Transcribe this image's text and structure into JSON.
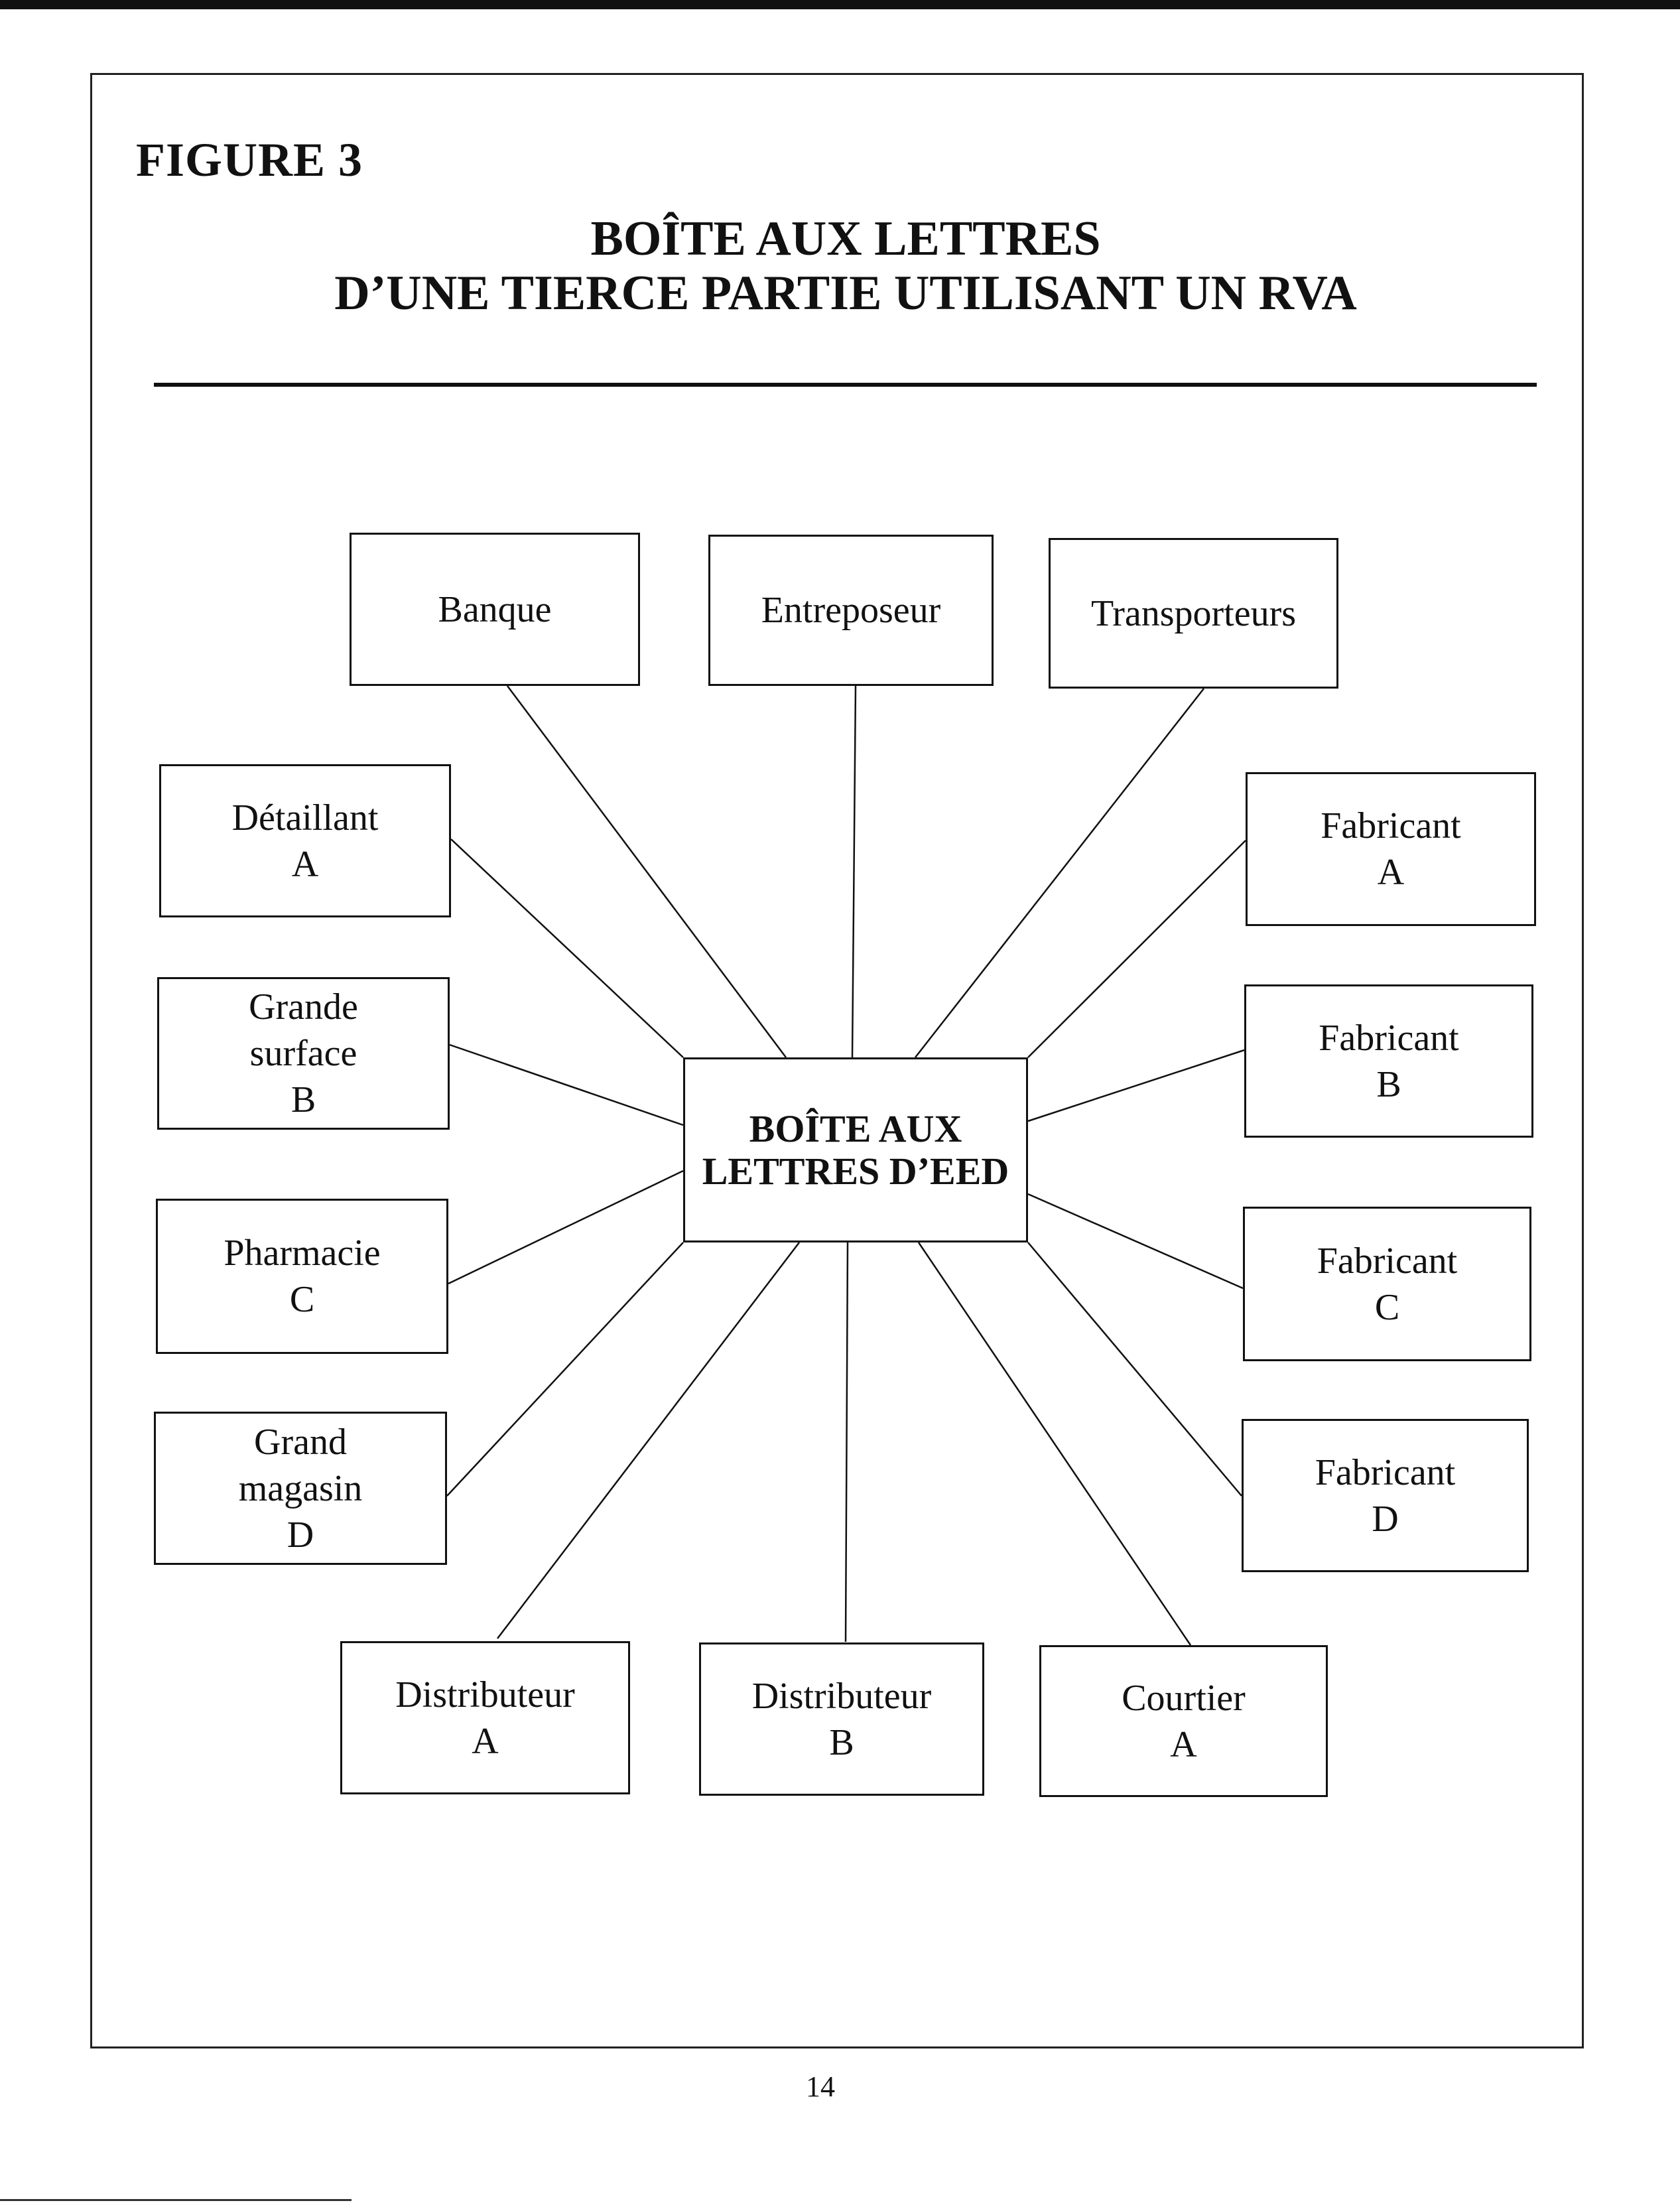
{
  "figure_label": "FIGURE 3",
  "title_line1": "BOÎTE AUX LETTRES",
  "title_line2": "D’UNE TIERCE PARTIE UTILISANT UN RVA",
  "center": {
    "line1": "BOÎTE AUX",
    "line2": "LETTRES D’EED"
  },
  "nodes": {
    "banque": {
      "line1": "Banque"
    },
    "entreposeur": {
      "line1": "Entreposeur"
    },
    "transporteurs": {
      "line1": "Transporteurs"
    },
    "detaillant_a": {
      "line1": "Détaillant",
      "line2": "A"
    },
    "grande_surface_b": {
      "line1": "Grande",
      "line2": "surface",
      "line3": "B"
    },
    "pharmacie_c": {
      "line1": "Pharmacie",
      "line2": "C"
    },
    "grand_magasin_d": {
      "line1": "Grand",
      "line2": "magasin",
      "line3": "D"
    },
    "fabricant_a": {
      "line1": "Fabricant",
      "line2": "A"
    },
    "fabricant_b": {
      "line1": "Fabricant",
      "line2": "B"
    },
    "fabricant_c": {
      "line1": "Fabricant",
      "line2": "C"
    },
    "fabricant_d": {
      "line1": "Fabricant",
      "line2": "D"
    },
    "distributeur_a": {
      "line1": "Distributeur",
      "line2": "A"
    },
    "distributeur_b": {
      "line1": "Distributeur",
      "line2": "B"
    },
    "courtier_a": {
      "line1": "Courtier",
      "line2": "A"
    }
  },
  "page_number": "14"
}
